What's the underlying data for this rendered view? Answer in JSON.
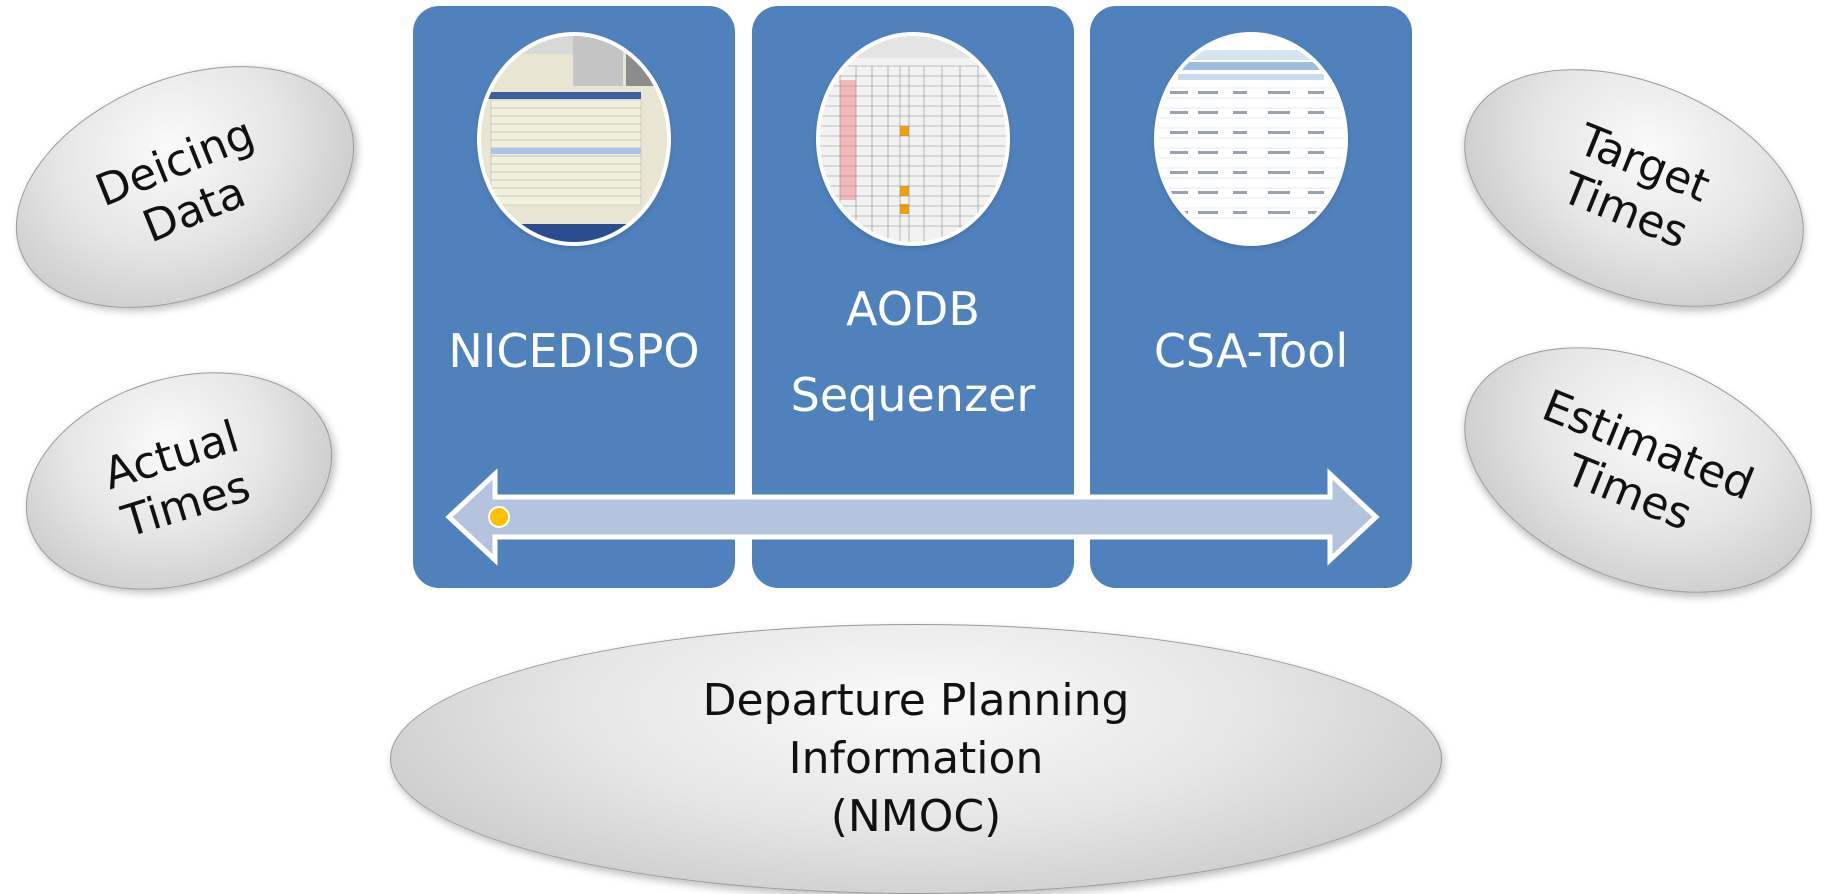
{
  "systems": [
    {
      "name": "NICEDISPO"
    },
    {
      "name_line1": "AODB",
      "name_line2": "Sequenzer"
    },
    {
      "name": "CSA-Tool"
    }
  ],
  "left_inputs": [
    {
      "line1": "Deicing",
      "line2": "Data"
    },
    {
      "line1": "Actual",
      "line2": "Times"
    }
  ],
  "right_inputs": [
    {
      "line1": "Target",
      "line2": "Times"
    },
    {
      "line1": "Estimated",
      "line2": "Times"
    }
  ],
  "bottom": {
    "line1": "Departure Planning",
    "line2": "Information",
    "line3": "(NMOC)"
  },
  "colors": {
    "panel": "#4f81bd",
    "arrow_fill": "#b4c4de",
    "dot": "#ffc000"
  },
  "icons": {
    "arrow": "double-headed-arrow",
    "dot": "orange-dot"
  }
}
